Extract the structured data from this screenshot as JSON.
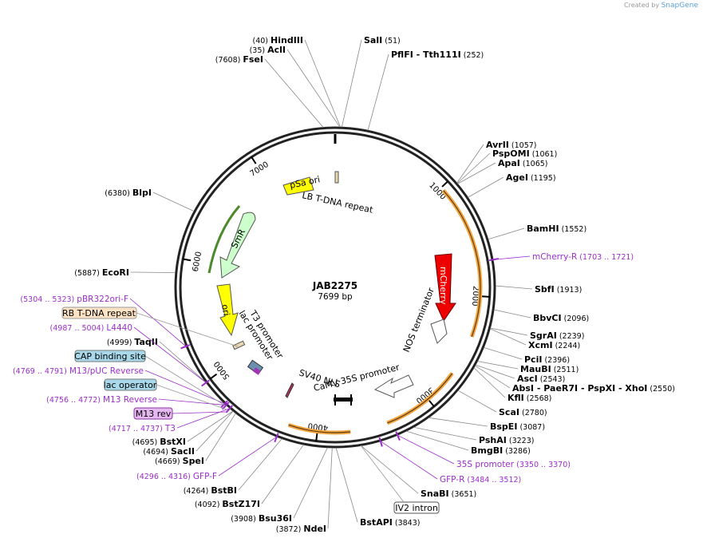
{
  "credit": {
    "prefix": "Created by",
    "brand": "SnapGene"
  },
  "plasmid": {
    "name": "JAB2275",
    "size_label": "7699 bp",
    "length": 7699
  },
  "ticks": [
    {
      "bp": 1000,
      "label": "1000"
    },
    {
      "bp": 2000,
      "label": "2000"
    },
    {
      "bp": 3000,
      "label": "3000"
    },
    {
      "bp": 4000,
      "label": "4000"
    },
    {
      "bp": 5000,
      "label": "5000"
    },
    {
      "bp": 6000,
      "label": "6000"
    },
    {
      "bp": 7000,
      "label": "7000"
    }
  ],
  "enzymes": [
    {
      "name": "HindIII",
      "pos": "(40)",
      "bp": 40,
      "side": "left"
    },
    {
      "name": "AclI",
      "pos": "(35)",
      "bp": 35,
      "side": "left"
    },
    {
      "name": "FseI",
      "pos": "(7608)",
      "bp": 7608,
      "side": "left"
    },
    {
      "name": "SalI",
      "pos": "(51)",
      "bp": 51,
      "side": "right"
    },
    {
      "name": "PflFI",
      "extra": " - Tth111I",
      "pos": "(252)",
      "bp": 252,
      "side": "right"
    },
    {
      "name": "AvrII",
      "pos": "(1057)",
      "bp": 1057,
      "side": "right"
    },
    {
      "name": "PspOMI",
      "pos": "(1061)",
      "bp": 1061,
      "side": "right"
    },
    {
      "name": "ApaI",
      "pos": "(1065)",
      "bp": 1065,
      "side": "right"
    },
    {
      "name": "AgeI",
      "pos": "(1195)",
      "bp": 1195,
      "side": "right"
    },
    {
      "name": "BamHI",
      "pos": "(1552)",
      "bp": 1552,
      "side": "right"
    },
    {
      "name": "SbfI",
      "pos": "(1913)",
      "bp": 1913,
      "side": "right"
    },
    {
      "name": "BbvCI",
      "pos": "(2096)",
      "bp": 2096,
      "side": "right"
    },
    {
      "name": "SgrAI",
      "pos": "(2239)",
      "bp": 2239,
      "side": "right"
    },
    {
      "name": "XcmI",
      "pos": "(2244)",
      "bp": 2244,
      "side": "right"
    },
    {
      "name": "PciI",
      "pos": "(2396)",
      "bp": 2396,
      "side": "right"
    },
    {
      "name": "MauBI",
      "pos": "(2511)",
      "bp": 2511,
      "side": "right"
    },
    {
      "name": "AscI",
      "pos": "(2543)",
      "bp": 2543,
      "side": "right"
    },
    {
      "name": "AbsI",
      "extra": " - PaeR7I  - PspXI  - XhoI",
      "pos": "(2550)",
      "bp": 2550,
      "side": "right"
    },
    {
      "name": "KflI",
      "pos": "(2568)",
      "bp": 2568,
      "side": "right"
    },
    {
      "name": "ScaI",
      "pos": "(2780)",
      "bp": 2780,
      "side": "right"
    },
    {
      "name": "BspEI",
      "pos": "(3087)",
      "bp": 3087,
      "side": "right"
    },
    {
      "name": "PshAI",
      "pos": "(3223)",
      "bp": 3223,
      "side": "right"
    },
    {
      "name": "BmgBI",
      "pos": "(3286)",
      "bp": 3286,
      "side": "right"
    },
    {
      "name": "SnaBI",
      "pos": "(3651)",
      "bp": 3651,
      "side": "right"
    },
    {
      "name": "BstAPI",
      "pos": "(3843)",
      "bp": 3843,
      "side": "right"
    },
    {
      "name": "NdeI",
      "pos": "(3872)",
      "bp": 3872,
      "side": "left"
    },
    {
      "name": "Bsu36I",
      "pos": "(3908)",
      "bp": 3908,
      "side": "left"
    },
    {
      "name": "BstZ17I",
      "pos": "(4092)",
      "bp": 4092,
      "side": "left"
    },
    {
      "name": "BstBI",
      "pos": "(4264)",
      "bp": 4264,
      "side": "left"
    },
    {
      "name": "SpeI",
      "pos": "(4669)",
      "bp": 4669,
      "side": "left"
    },
    {
      "name": "SacII",
      "pos": "(4694)",
      "bp": 4694,
      "side": "left"
    },
    {
      "name": "BstXI",
      "pos": "(4695)",
      "bp": 4695,
      "side": "left"
    },
    {
      "name": "TaqII",
      "pos": "(4999)",
      "bp": 4999,
      "side": "left"
    },
    {
      "name": "EcoRI",
      "pos": "(5887)",
      "bp": 5887,
      "side": "left"
    },
    {
      "name": "BlpI",
      "pos": "(6380)",
      "bp": 6380,
      "side": "left"
    }
  ],
  "primers": [
    {
      "name": "mCherry-R",
      "pos": "(1703 .. 1721)",
      "bp": 1712,
      "side": "right"
    },
    {
      "name": "35S promoter",
      "pos": "(3350 .. 3370)",
      "bp": 3360,
      "side": "right"
    },
    {
      "name": "GFP-R",
      "pos": "(3484 .. 3512)",
      "bp": 3498,
      "side": "right"
    },
    {
      "name": "pBR322ori-F",
      "pos": "(5304 .. 5323)",
      "bp": 5313,
      "side": "left"
    },
    {
      "name": "L4440",
      "pos": "(4987 .. 5004)",
      "bp": 4995,
      "side": "left"
    },
    {
      "name": "M13/pUC Reverse",
      "pos": "(4769 .. 4791)",
      "bp": 4780,
      "side": "left"
    },
    {
      "name": "M13 Reverse",
      "pos": "(4756 .. 4772)",
      "bp": 4764,
      "side": "left"
    },
    {
      "name": "T3",
      "pos": "(4717 .. 4737)",
      "bp": 4727,
      "side": "left"
    },
    {
      "name": "GFP-F",
      "pos": "(4296 .. 4316)",
      "bp": 4306,
      "side": "left"
    }
  ],
  "boxed_features": [
    {
      "name": "RB T-DNA repeat",
      "fill": "#fde2c4"
    },
    {
      "name": "CAP binding site",
      "fill": "#a8d8ea"
    },
    {
      "name": "lac operator",
      "fill": "#a8d8ea"
    },
    {
      "name": "M13 rev",
      "fill": "#e6b8f2"
    },
    {
      "name": "IV2 intron",
      "fill": "#ffffff"
    }
  ],
  "inner_features": [
    {
      "name": "pSa ori",
      "color": "#ffff00"
    },
    {
      "name": "LB T-DNA repeat",
      "color": "#e8d8b0"
    },
    {
      "name": "SmR",
      "color": "#ccffcc"
    },
    {
      "name": "ori",
      "color": "#ffff00"
    },
    {
      "name": "T3 promoter",
      "color": "#ffffff"
    },
    {
      "name": "lac promoter",
      "color": "#ffffff"
    },
    {
      "name": "mCherry",
      "color": "#ee0000"
    },
    {
      "name": "NOS terminator",
      "color": "#ffffff"
    },
    {
      "name": "SV40 NLS",
      "color": "#b03060"
    },
    {
      "name": "CaMV 35S promoter",
      "color": "#ffffff"
    }
  ],
  "colors": {
    "backbone": "#222222",
    "primer": "#9a2ec9",
    "orf_arc": "#f4a640"
  }
}
